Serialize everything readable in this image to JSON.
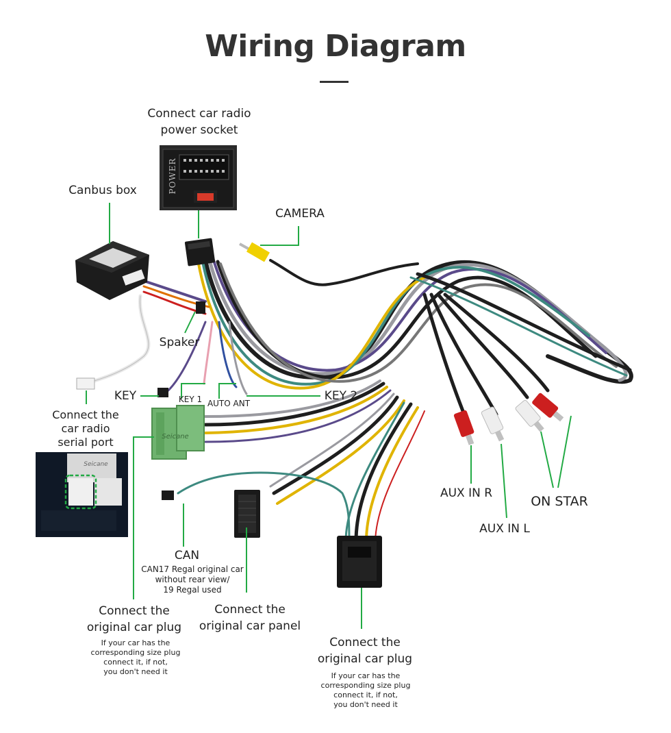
{
  "title": "Wiring Diagram",
  "labels": {
    "power_socket": [
      "Connect car radio",
      "power socket"
    ],
    "canbus_box": "Canbus box",
    "camera": "CAMERA",
    "speaker": "Spaker",
    "serial_port": [
      "Connect the",
      "car radio",
      "serial port"
    ],
    "key": "KEY",
    "key1": "KEY 1",
    "auto_ant": "AUTO ANT",
    "key2": "KEY 2",
    "aux_in_r": "AUX IN R",
    "aux_in_l": "AUX IN L",
    "on_star": "ON STAR",
    "can": "CAN",
    "can_note": [
      "CAN17 Regal original car",
      "without rear view/",
      "19 Regal used"
    ],
    "original_plug_left": [
      "Connect the",
      "original car plug"
    ],
    "original_plug_left_note": [
      "If your car has the",
      "corresponding size plug",
      "connect it, if not,",
      "you don't need it"
    ],
    "original_panel": [
      "Connect the",
      "original car  panel"
    ],
    "original_plug_right": [
      "Connect the",
      "original car plug"
    ],
    "original_plug_right_note": [
      "If your car has the",
      "corresponding size plug",
      "connect it, if not,",
      "you don't need it"
    ],
    "power_connector_text": "POWER",
    "brand_connector": "Seicane",
    "brand_photo": "Seicane"
  },
  "colors": {
    "callout_line": "#22aa44",
    "connector_green": "#6fb26f",
    "wire_black": "#1e1e1e",
    "wire_gray": "#9a9aa0",
    "wire_yellow": "#e0b400",
    "wire_purple": "#5a4a8a",
    "wire_teal": "#3d8a80",
    "rca_red": "#cc1f1f",
    "rca_white": "#eeeeee",
    "rca_yellow": "#f0d000"
  }
}
